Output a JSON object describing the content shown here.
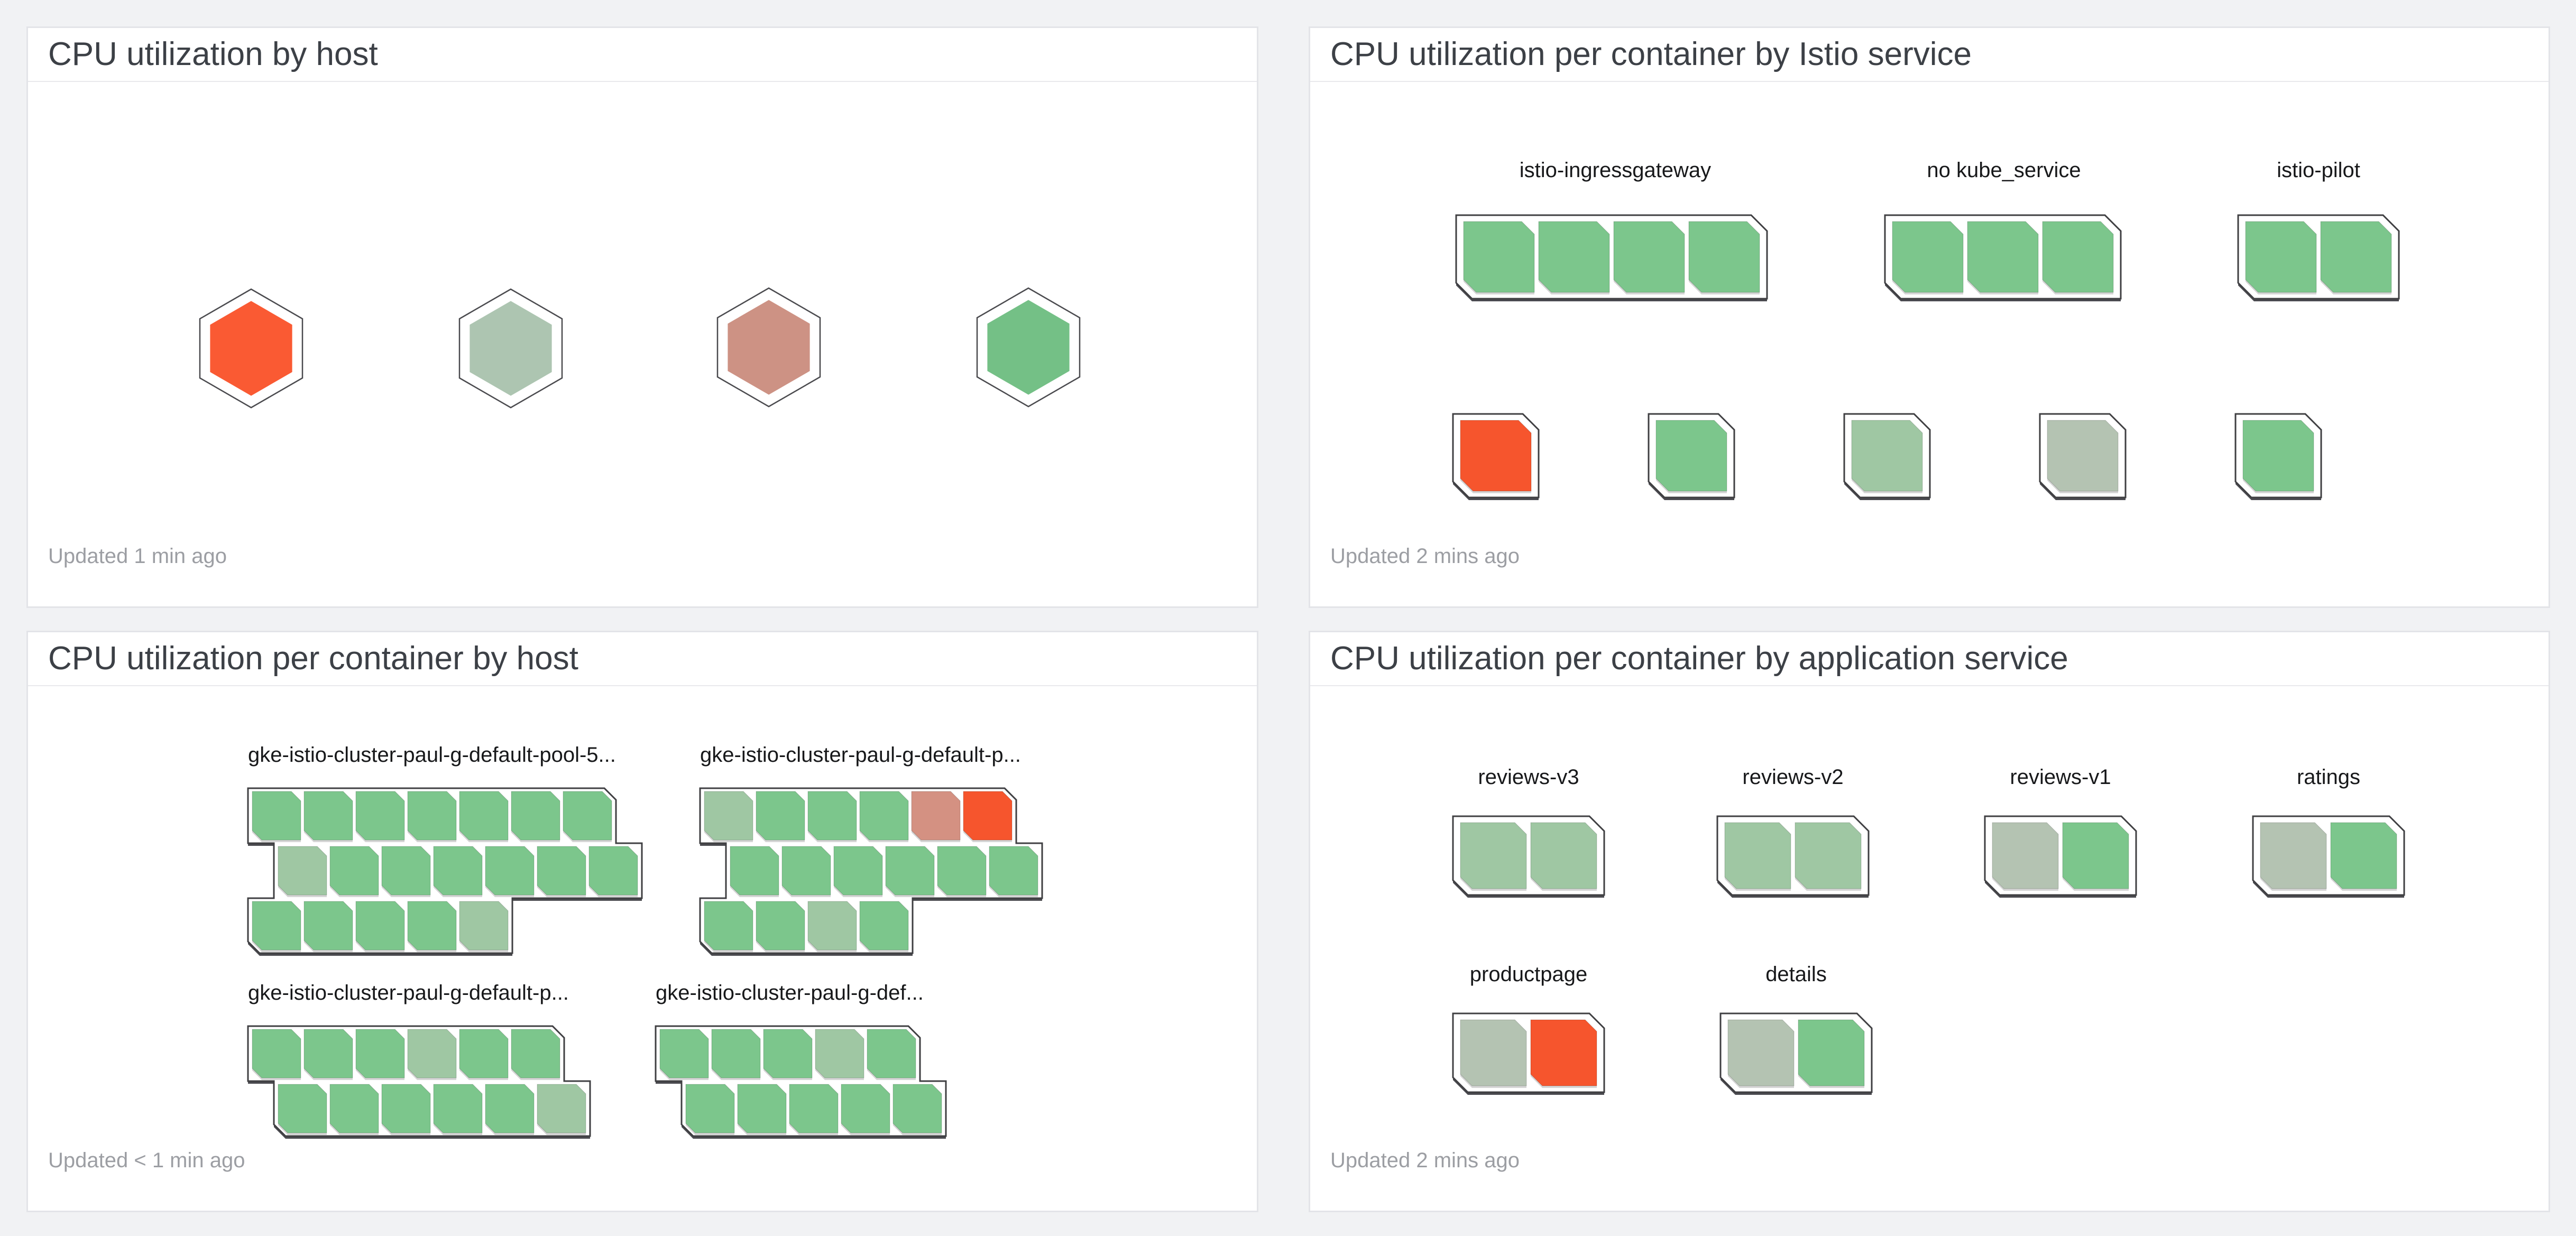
{
  "palette": {
    "outline": "#3f3f42",
    "green": "#7cc68c",
    "sage": "#9fc7a3",
    "pale": "#b4c3b2",
    "salmon": "#d49182",
    "orange": "#f6552d",
    "hex_orange": "#fa5a33",
    "hex_sage": "#adc5b1",
    "hex_salmon": "#cd9284",
    "hex_green": "#74c086"
  },
  "panels": {
    "by_host": {
      "title": "CPU utilization by host",
      "updated": "Updated 1 min ago",
      "hexagons": [
        "hex_orange",
        "hex_sage",
        "hex_salmon",
        "hex_green"
      ]
    },
    "istio": {
      "title": "CPU utilization per container by Istio service",
      "updated": "Updated 2 mins ago",
      "groups": [
        {
          "label": "istio-ingressgateway",
          "squares": [
            "green",
            "green",
            "green",
            "green"
          ]
        },
        {
          "label": "no kube_service",
          "squares": [
            "green",
            "green",
            "green"
          ]
        },
        {
          "label": "istio-pilot",
          "squares": [
            "green",
            "green"
          ]
        }
      ],
      "singles": [
        {
          "squares": [
            "orange"
          ]
        },
        {
          "squares": [
            "green"
          ]
        },
        {
          "squares": [
            "sage"
          ]
        },
        {
          "squares": [
            "pale"
          ]
        },
        {
          "squares": [
            "green"
          ]
        }
      ]
    },
    "by_host_containers": {
      "title": "CPU utilization per container by host",
      "updated": "Updated < 1 min ago",
      "groups": [
        {
          "label": "gke-istio-cluster-paul-g-default-pool-5...",
          "rows": [
            [
              "green",
              "green",
              "green",
              "green",
              "green",
              "green",
              "green"
            ],
            [
              "sage",
              "green",
              "green",
              "green",
              "green",
              "green",
              "green"
            ],
            [
              "green",
              "green",
              "green",
              "green",
              "sage"
            ]
          ]
        },
        {
          "label": "gke-istio-cluster-paul-g-default-p...",
          "rows": [
            [
              "sage",
              "green",
              "green",
              "green",
              "salmon",
              "orange"
            ],
            [
              "green",
              "green",
              "green",
              "green",
              "green",
              "green"
            ],
            [
              "green",
              "green",
              "sage",
              "green"
            ]
          ]
        },
        {
          "label": "gke-istio-cluster-paul-g-default-p...",
          "rows": [
            [
              "green",
              "green",
              "green",
              "sage",
              "green",
              "green"
            ],
            [
              "green",
              "green",
              "green",
              "green",
              "green",
              "sage"
            ]
          ]
        },
        {
          "label": "gke-istio-cluster-paul-g-def...",
          "rows": [
            [
              "green",
              "green",
              "green",
              "sage",
              "green"
            ],
            [
              "green",
              "green",
              "green",
              "green",
              "green"
            ]
          ]
        }
      ]
    },
    "app": {
      "title": "CPU utilization per container by application service",
      "updated": "Updated 2 mins ago",
      "groups": [
        {
          "label": "reviews-v3",
          "squares": [
            "sage",
            "sage"
          ]
        },
        {
          "label": "reviews-v2",
          "squares": [
            "sage",
            "sage"
          ]
        },
        {
          "label": "reviews-v1",
          "squares": [
            "pale",
            "green"
          ]
        },
        {
          "label": "ratings",
          "squares": [
            "pale",
            "green"
          ]
        },
        {
          "label": "productpage",
          "squares": [
            "pale",
            "orange"
          ]
        },
        {
          "label": "details",
          "squares": [
            "pale",
            "green"
          ]
        }
      ]
    }
  }
}
